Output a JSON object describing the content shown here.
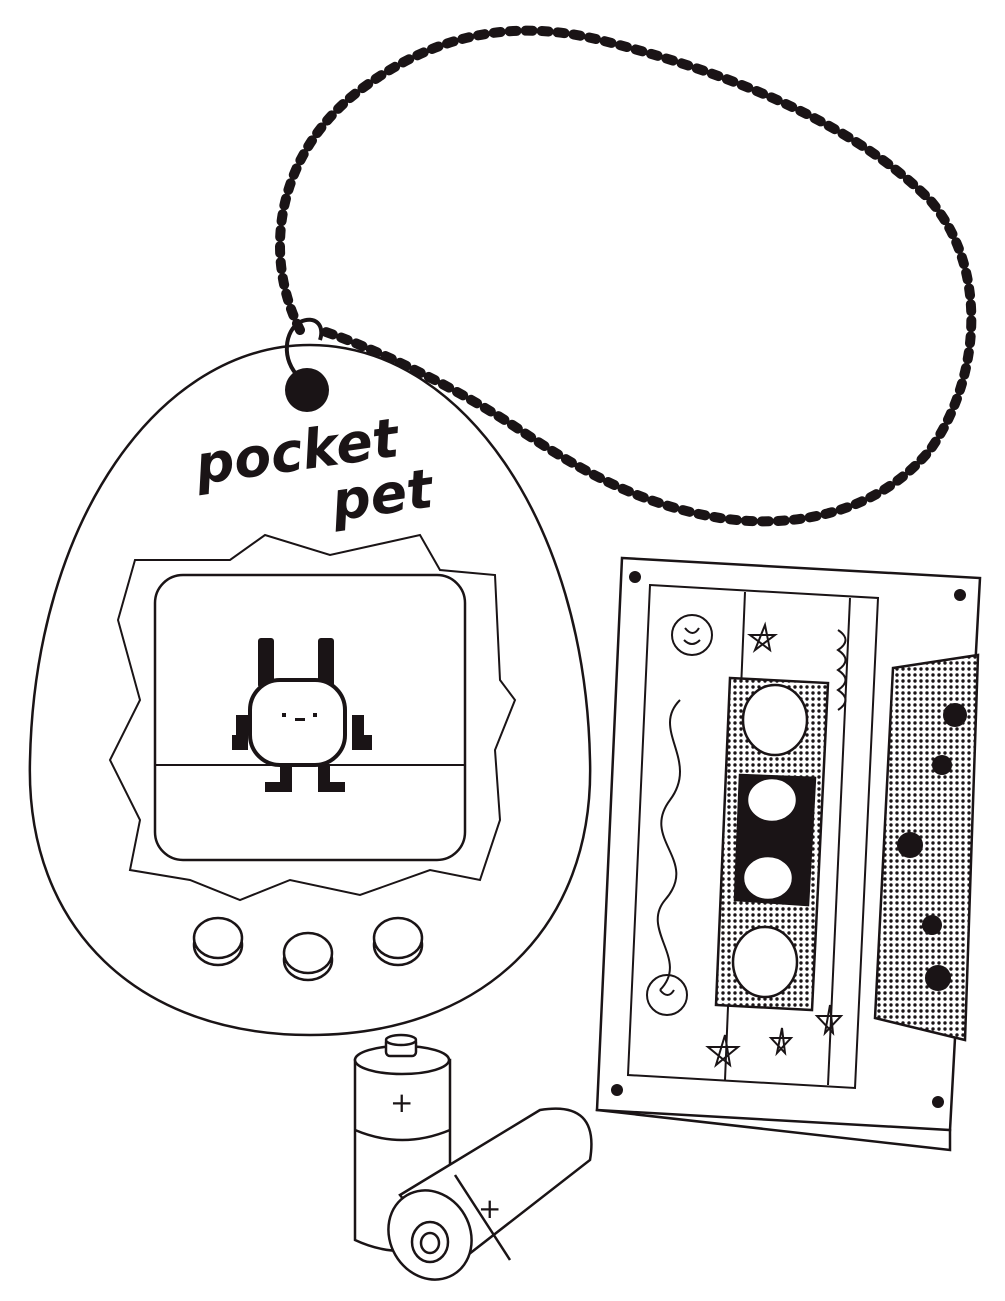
{
  "colors": {
    "ink": "#1a1416",
    "paper": "#ffffff",
    "halftone": "#bdbdbd"
  },
  "toy": {
    "logo_line1": "pocket",
    "logo_line2": "pet",
    "buttons": 3
  },
  "cassette": {
    "screws": 4
  },
  "batteries": {
    "count": 2,
    "symbol": "+"
  }
}
